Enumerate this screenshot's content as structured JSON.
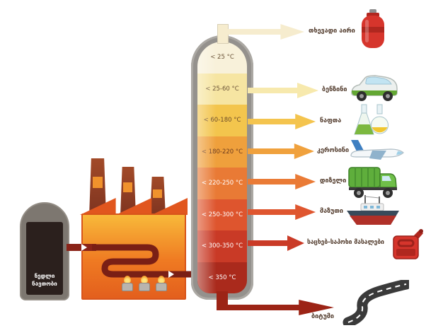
{
  "colors": {
    "background": "#ffffff",
    "product_label": "#50392a",
    "crude_label": "#ffffff"
  },
  "crude_oil": {
    "line1": "ნედლი",
    "line2": "ნავთობი"
  },
  "fractions": [
    {
      "temp": "< 25 °C",
      "product": "თხევადი აირი",
      "icon": "gas-cylinder-icon",
      "seg_color": "#f8f1da",
      "temp_color": "#6a5236",
      "arrow_color": "#f6ecce"
    },
    {
      "temp": "< 25-60 °C",
      "product": "ბენზინი",
      "icon": "car-icon",
      "seg_color": "#f6e5a2",
      "temp_color": "#6a5236",
      "arrow_color": "#f7e9ad"
    },
    {
      "temp": "< 60-180 °C",
      "product": "ნაფთა",
      "icon": "flasks-icon",
      "seg_color": "#f3c54d",
      "temp_color": "#6a4a28",
      "arrow_color": "#f4c44e"
    },
    {
      "temp": "< 180-220 °C",
      "product": "კეროსინი",
      "icon": "airplane-icon",
      "seg_color": "#efa03c",
      "temp_color": "#6a3a1e",
      "arrow_color": "#f0a13d"
    },
    {
      "temp": "< 220-250 °C",
      "product": "დიზელი",
      "icon": "truck-icon",
      "seg_color": "#e97a35",
      "temp_color": "#ffffff",
      "arrow_color": "#ea7b36"
    },
    {
      "temp": "< 250-300 °C",
      "product": "მაზუთი",
      "icon": "ship-icon",
      "seg_color": "#de552e",
      "temp_color": "#ffffff",
      "arrow_color": "#df562f"
    },
    {
      "temp": "< 300-350 °C",
      "product": "საცხებ-საპოხი მასალები",
      "icon": "oil-can-icon",
      "seg_color": "#c93a26",
      "temp_color": "#ffffff",
      "arrow_color": "#ca3b27"
    },
    {
      "temp": "< 350 °C",
      "product": "ბიტუმი",
      "icon": "road-icon",
      "seg_color": "#aa2a1c",
      "temp_color": "#ffffff",
      "arrow_color": "#9c2416"
    }
  ]
}
